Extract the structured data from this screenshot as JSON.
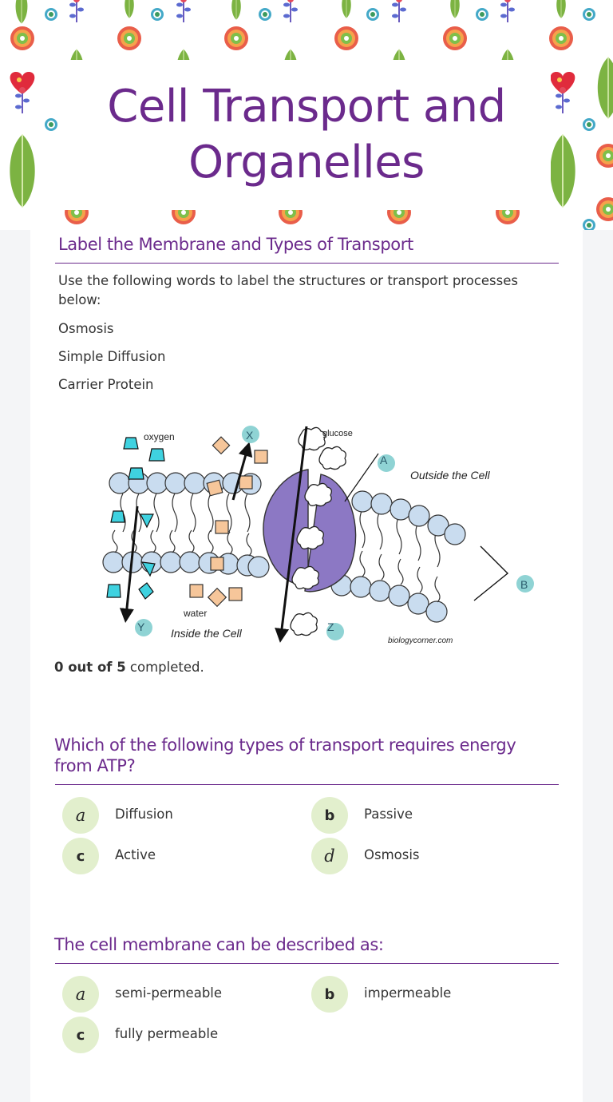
{
  "header": {
    "title_line1": "Cell Transport and",
    "title_line2": "Organelles"
  },
  "section1": {
    "title": "Label the Membrane and Types of Transport",
    "instructions": "Use the following words to label the structures or transport processes below:",
    "words": [
      "Osmosis",
      "Simple Diffusion",
      "Carrier Protein"
    ],
    "diagram": {
      "oxygen": "oxygen",
      "glucose": "glucose",
      "outside": "Outside the Cell",
      "inside": "Inside the Cell",
      "water": "water",
      "credit": "biologycorner.com",
      "markers": [
        "X",
        "A",
        "B",
        "Y",
        "Z"
      ]
    },
    "progress_count": "0 out of 5",
    "progress_suffix": " completed."
  },
  "question1": {
    "title_line1": "Which of the following types of transport requires energy",
    "title_line2": "from ATP?",
    "options": [
      {
        "letter": "a",
        "label": "Diffusion"
      },
      {
        "letter": "b",
        "label": "Passive"
      },
      {
        "letter": "c",
        "label": "Active"
      },
      {
        "letter": "d",
        "label": "Osmosis"
      }
    ]
  },
  "question2": {
    "title": "The cell membrane can be described as:",
    "options": [
      {
        "letter": "a",
        "label": "semi-permeable"
      },
      {
        "letter": "b",
        "label": "impermeable"
      },
      {
        "letter": "c",
        "label": "fully permeable"
      }
    ]
  },
  "colors": {
    "accent_purple": "#6b2a8c",
    "badge_green": "#e2efcd",
    "protein_purple": "#8c78c4",
    "marker_teal": "#8fd3d4"
  }
}
